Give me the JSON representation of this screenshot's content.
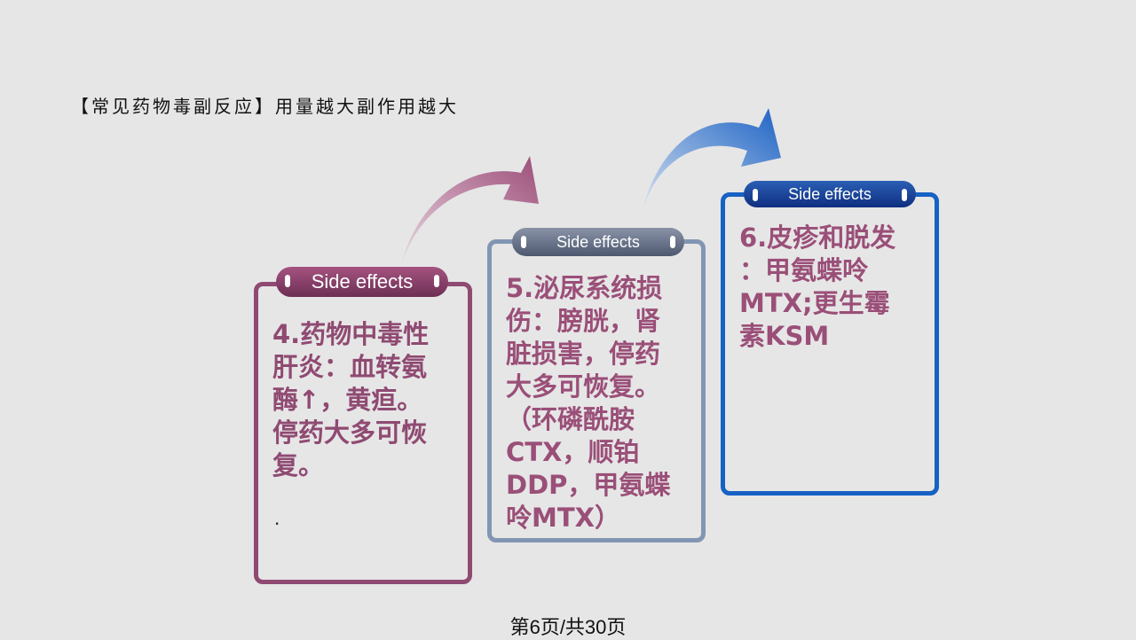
{
  "slide": {
    "title": "【常见药物毒副反应】用量越大副作用越大",
    "footer": "第6页/共30页"
  },
  "cards": [
    {
      "tab_label": "Side effects",
      "text": "4.药物中毒性\n肝炎：血转氨\n酶↑，黄疸。\n停药大多可恢\n复。",
      "note": ".",
      "color": "#8f4a72"
    },
    {
      "tab_label": "Side effects",
      "text": "5.泌尿系统损\n伤：膀胱，肾\n脏损害，停药\n大多可恢复。\n （环磷酰胺\nCTX，顺铂\nDDP，甲氨蝶\n呤MTX）",
      "color": "#8296b4"
    },
    {
      "tab_label": "Side  effects",
      "text": "6.皮疹和脱发\n：甲氨蝶呤\nMTX;更生霉\n素KSM",
      "color": "#1761c4"
    }
  ],
  "colors": {
    "background": "#e6e6e6",
    "text_accent": "#9a4f78",
    "arrow_1": "#9b4f78",
    "arrow_2": "#1e63c4"
  },
  "icons": [
    "curved-arrow-icon",
    "curved-arrow-icon"
  ]
}
